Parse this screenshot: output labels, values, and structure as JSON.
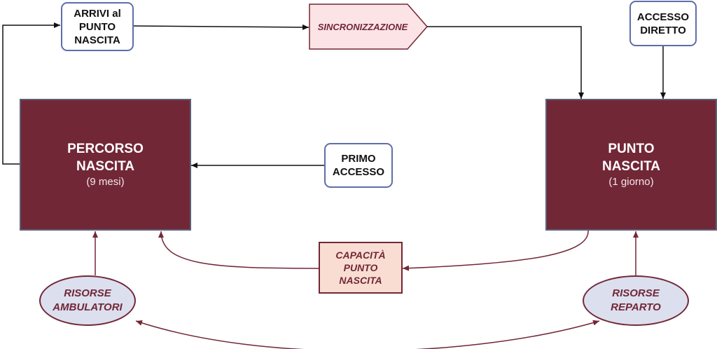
{
  "nodes": {
    "arrivi": [
      "ARRIVI al",
      "PUNTO",
      "NASCITA"
    ],
    "sincronizzazione": "SINCRONIZZAZIONE",
    "accesso_diretto": [
      "ACCESSO",
      "DIRETTO"
    ],
    "percorso": {
      "title": [
        "PERCORSO",
        "NASCITA"
      ],
      "subtitle": "(9 mesi)"
    },
    "punto": {
      "title": [
        "PUNTO",
        "NASCITA"
      ],
      "subtitle": "(1 giorno)"
    },
    "primo_accesso": [
      "PRIMO",
      "ACCESSO"
    ],
    "capacita": [
      "CAPACITÀ",
      "PUNTO",
      "NASCITA"
    ],
    "risorse_ambulatori": [
      "RISORSE",
      "AMBULATORI"
    ],
    "risorse_reparto": [
      "RISORSE",
      "REPARTO"
    ]
  },
  "colors": {
    "maroon": "#722737",
    "box_border": "#5f6ea8",
    "oval_fill": "#dcdfee",
    "capacity_fill": "#f9ddd3",
    "sync_fill": "#fbe3e6"
  }
}
